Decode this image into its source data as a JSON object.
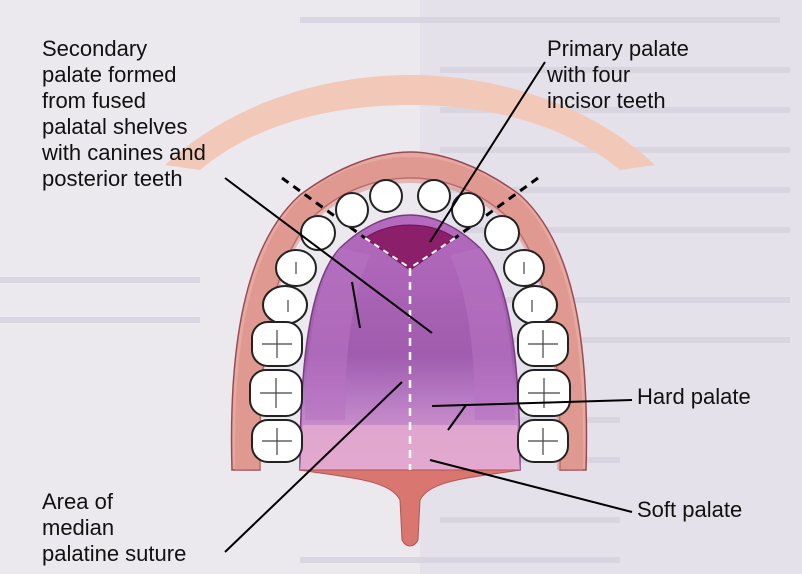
{
  "labels": {
    "secondary_palate": [
      "Secondary",
      "palate formed",
      "from fused",
      "palatal shelves",
      "with canines and",
      "posterior teeth"
    ],
    "primary_palate": [
      "Primary palate",
      "with four",
      "incisor teeth"
    ],
    "hard_palate": "Hard palate",
    "soft_palate": "Soft palate",
    "median_suture": [
      "Area of",
      "median",
      "palatine suture"
    ]
  },
  "colors": {
    "background_page": "#e9e7ef",
    "gum_outer": "#f2c9b9",
    "gum_ridge": "#d9978b",
    "hard_palate": "#a05cae",
    "primary_palate": "#8c1f6a",
    "soft_palate": "#e3a9cf",
    "uvula": "#d9766f",
    "tooth": "#ffffff",
    "leader": "#000000"
  }
}
